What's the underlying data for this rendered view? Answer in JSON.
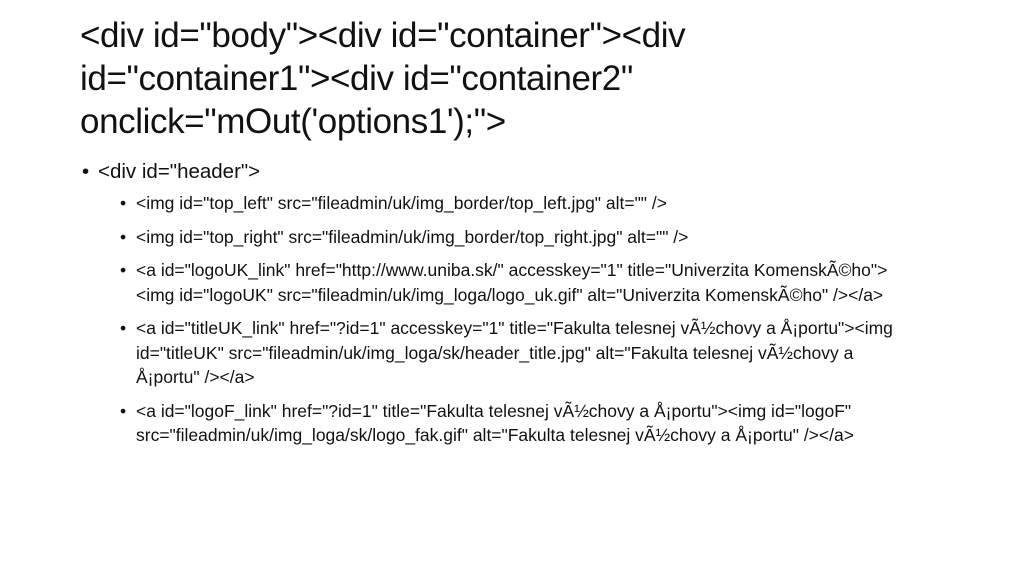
{
  "slide": {
    "title": "<div id=\"body\"><div id=\"container\"><div\nid=\"container1\"><div id=\"container2\"\nonclick=\"mOut('options1');\">",
    "bullet": "<div id=\"header\">",
    "sub_bullets": [
      "<img id=\"top_left\" src=\"fileadmin/uk/img_border/top_left.jpg\" alt=\"\" />",
      "<img id=\"top_right\" src=\"fileadmin/uk/img_border/top_right.jpg\" alt=\"\" />",
      "<a id=\"logoUK_link\" href=\"http://www.uniba.sk/\" accesskey=\"1\" title=\"Univerzita KomenskÃ©ho\"><img id=\"logoUK\" src=\"fileadmin/uk/img_loga/logo_uk.gif\" alt=\"Univerzita KomenskÃ©ho\" /></a>",
      "<a id=\"titleUK_link\" href=\"?id=1\" accesskey=\"1\" title=\"Fakulta telesnej vÃ½chovy a Å¡portu\"><img id=\"titleUK\" src=\"fileadmin/uk/img_loga/sk/header_title.jpg\" alt=\"Fakulta telesnej vÃ½chovy a Å¡portu\" /></a>",
      "<a id=\"logoF_link\" href=\"?id=1\" title=\"Fakulta telesnej vÃ½chovy a Å¡portu\"><img id=\"logoF\" src=\"fileadmin/uk/img_loga/sk/logo_fak.gif\" alt=\"Fakulta telesnej vÃ½chovy a Å¡portu\" /></a>"
    ]
  }
}
